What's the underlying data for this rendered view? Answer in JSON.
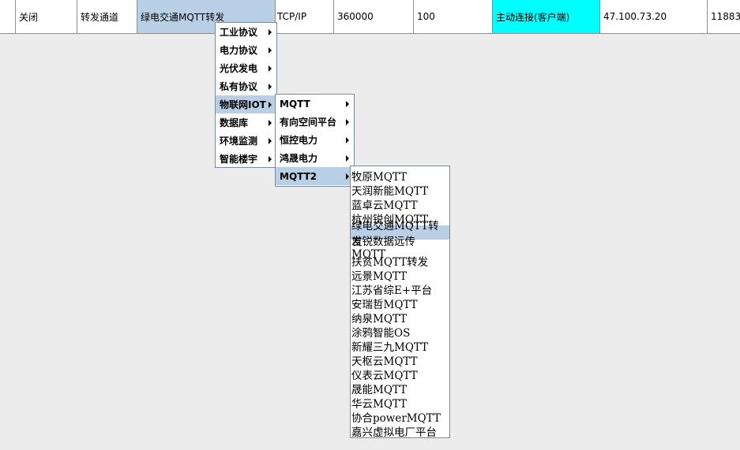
{
  "table_row": {
    "status": "关闭",
    "type": "转发通道",
    "protocol": "绿电交通MQTT转发",
    "transport": "TCP/IP",
    "timeout": "360000",
    "interval": "100",
    "mode": "主动连接(客户端)",
    "ip": "47.100.73.20",
    "port": "11883"
  },
  "colors": {
    "selection": "#b8cfe5",
    "mode_cell": "#00ffff",
    "background": "#ececec"
  },
  "menu_level1": {
    "items": [
      {
        "label": "工业协议",
        "has_submenu": true
      },
      {
        "label": "电力协议",
        "has_submenu": true
      },
      {
        "label": "光伏发电",
        "has_submenu": true
      },
      {
        "label": "私有协议",
        "has_submenu": true
      },
      {
        "label": "物联网IOT",
        "has_submenu": true,
        "highlighted": true
      },
      {
        "label": "数据库",
        "has_submenu": true
      },
      {
        "label": "环境监测",
        "has_submenu": true
      },
      {
        "label": "智能楼宇",
        "has_submenu": true
      }
    ]
  },
  "menu_level2": {
    "items": [
      {
        "label": "MQTT",
        "has_submenu": true
      },
      {
        "label": "有向空间平台",
        "has_submenu": true
      },
      {
        "label": "恒控电力",
        "has_submenu": true
      },
      {
        "label": "鸿晟电力",
        "has_submenu": true
      },
      {
        "label": "MQTT2",
        "has_submenu": true,
        "highlighted": true
      }
    ]
  },
  "menu_level3": {
    "items": [
      {
        "label": "牧原MQTT"
      },
      {
        "label": "天润新能MQTT"
      },
      {
        "label": "蓝卓云MQTT"
      },
      {
        "label": "杭州锐创MQTT"
      },
      {
        "label": "绿电交通MQTT转发",
        "highlighted": true
      },
      {
        "label": "吉锐数据远传MQTT"
      },
      {
        "label": "扶贫MQTT转发"
      },
      {
        "label": "远景MQTT"
      },
      {
        "label": "江苏省综E+平台"
      },
      {
        "label": "安瑞哲MQTT"
      },
      {
        "label": "纳泉MQTT"
      },
      {
        "label": "涂鸦智能OS"
      },
      {
        "label": "新耀三九MQTT"
      },
      {
        "label": "天枢云MQTT"
      },
      {
        "label": "仪表云MQTT"
      },
      {
        "label": "晟能MQTT"
      },
      {
        "label": "华云MQTT"
      },
      {
        "label": "协合powerMQTT"
      },
      {
        "label": "嘉兴虚拟电厂平台"
      }
    ]
  }
}
